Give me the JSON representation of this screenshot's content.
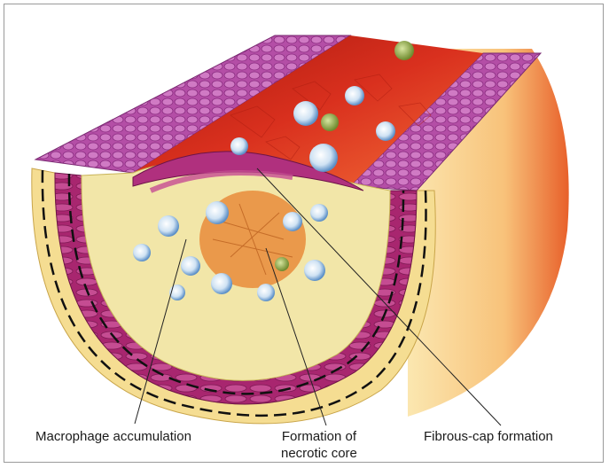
{
  "labels": {
    "macrophage": "Macrophage accumulation",
    "necrotic_line1": "Formation of",
    "necrotic_line2": "necrotic core",
    "fibrous_cap": "Fibrous-cap formation"
  },
  "colors": {
    "media": "#b0307e",
    "media_light": "#c85aa0",
    "intima": "#f3eab0",
    "adventitia": "#f4d98a",
    "lumen": "#d9301e",
    "lumen_light": "#f06a3a",
    "endothelium": "#c06fb0",
    "macrophage": "#bcd7ee",
    "platelet": "#8ca64a",
    "necrotic": "#e88a3a",
    "leader_line": "#222222"
  }
}
